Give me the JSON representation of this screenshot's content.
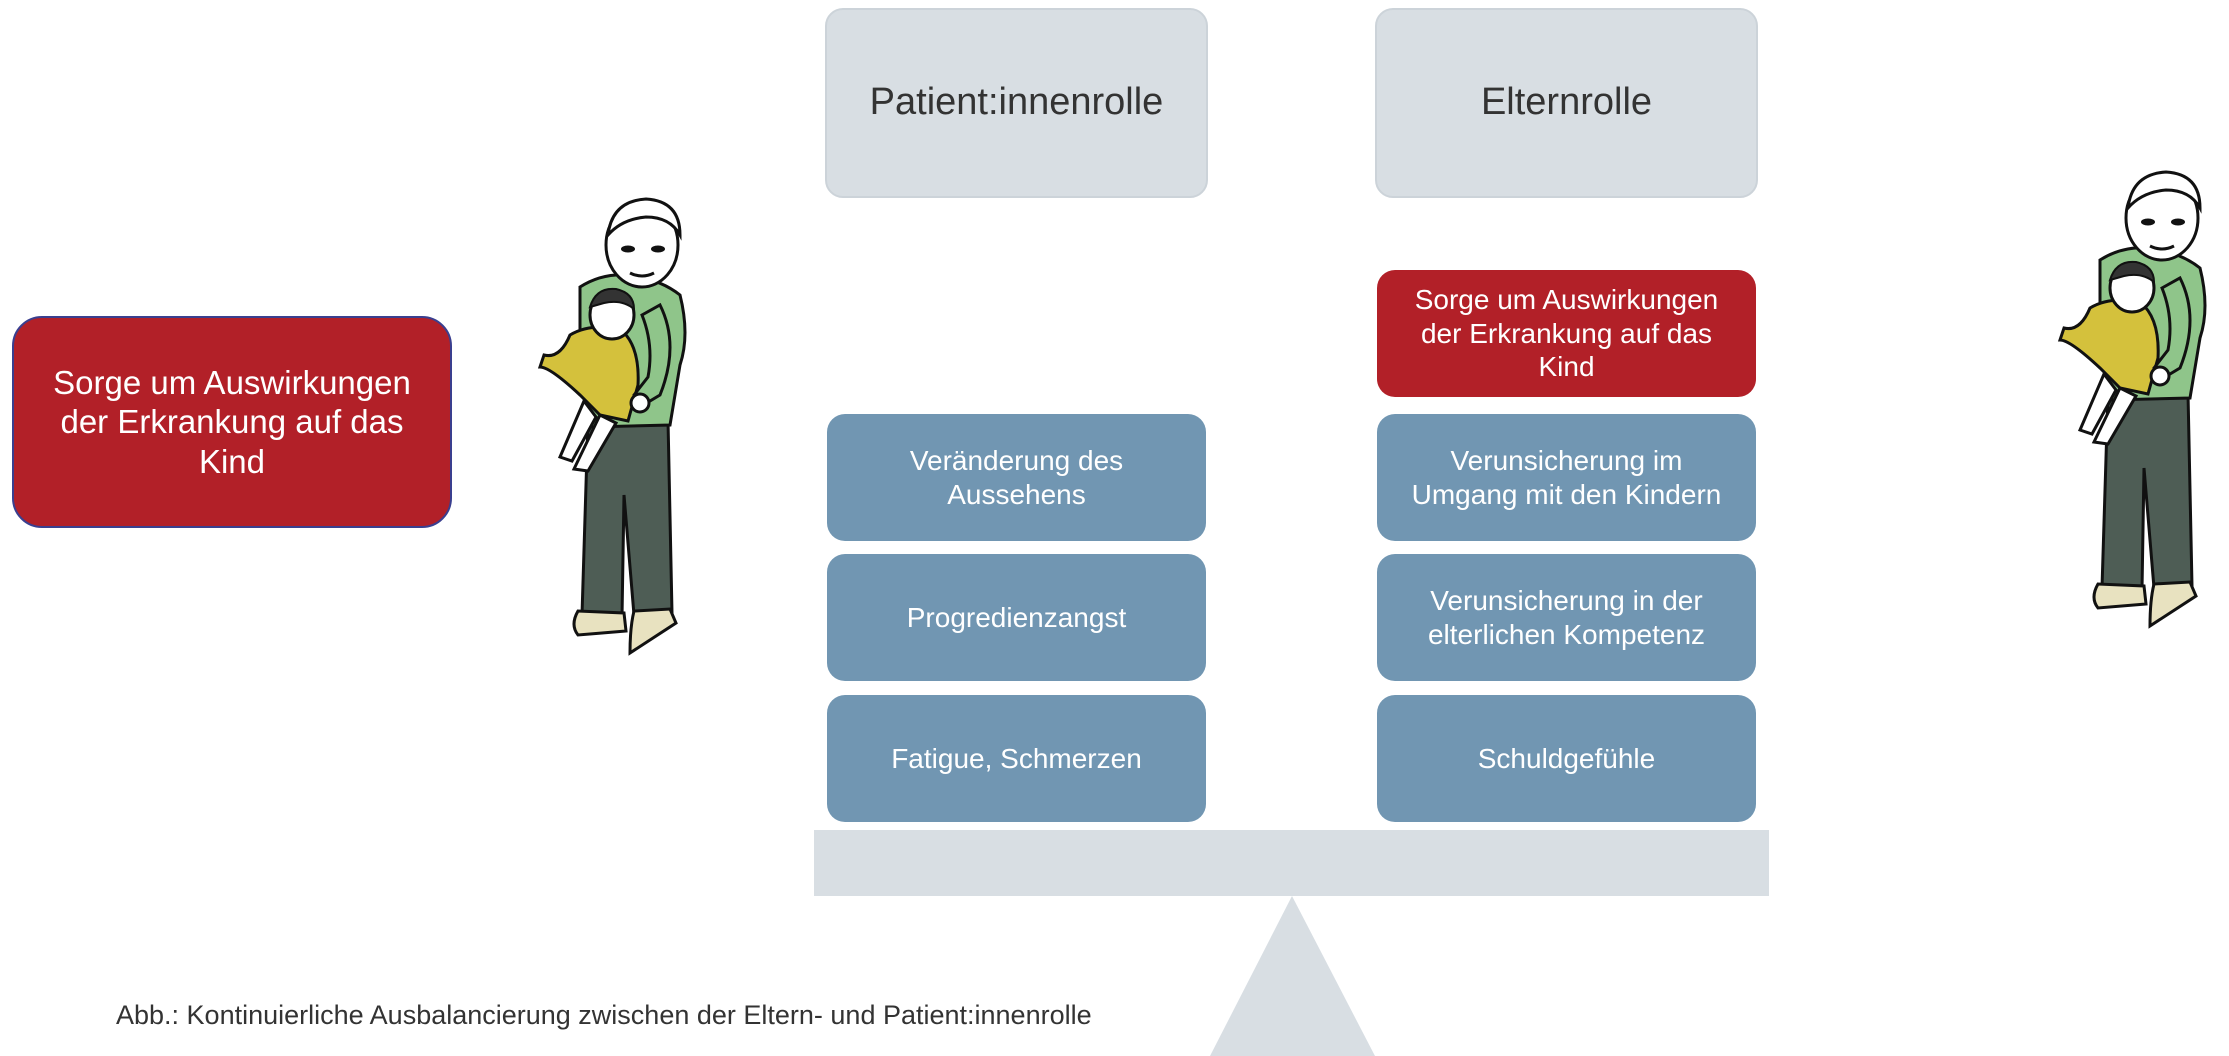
{
  "left_box": {
    "text": "Sorge um Auswirkungen der Erkrankung auf das Kind"
  },
  "patient_column": {
    "title": "Patient:innenrolle",
    "items": [
      "Veränderung des Aussehens",
      "Progredienzangst",
      "Fatigue, Schmerzen"
    ]
  },
  "parent_column": {
    "title": "Elternrolle",
    "items": [
      "Sorge um Auswirkungen der Erkrankung auf das Kind",
      "Verunsicherung im Umgang mit den Kindern",
      "Verunsicherung in der elterlichen Kompetenz",
      "Schuldgefühle"
    ]
  },
  "caption": "Abb.: Kontinuierliche Ausbalancierung zwischen der Eltern- und Patient:innenrolle",
  "colors": {
    "header_fill": "#d8dee3",
    "item_fill": "#7196b2",
    "highlight_fill": "#b22028",
    "beam_fill": "#d8dee3"
  },
  "icons": [
    "parent-holding-child-illustration",
    "parent-holding-child-illustration"
  ]
}
